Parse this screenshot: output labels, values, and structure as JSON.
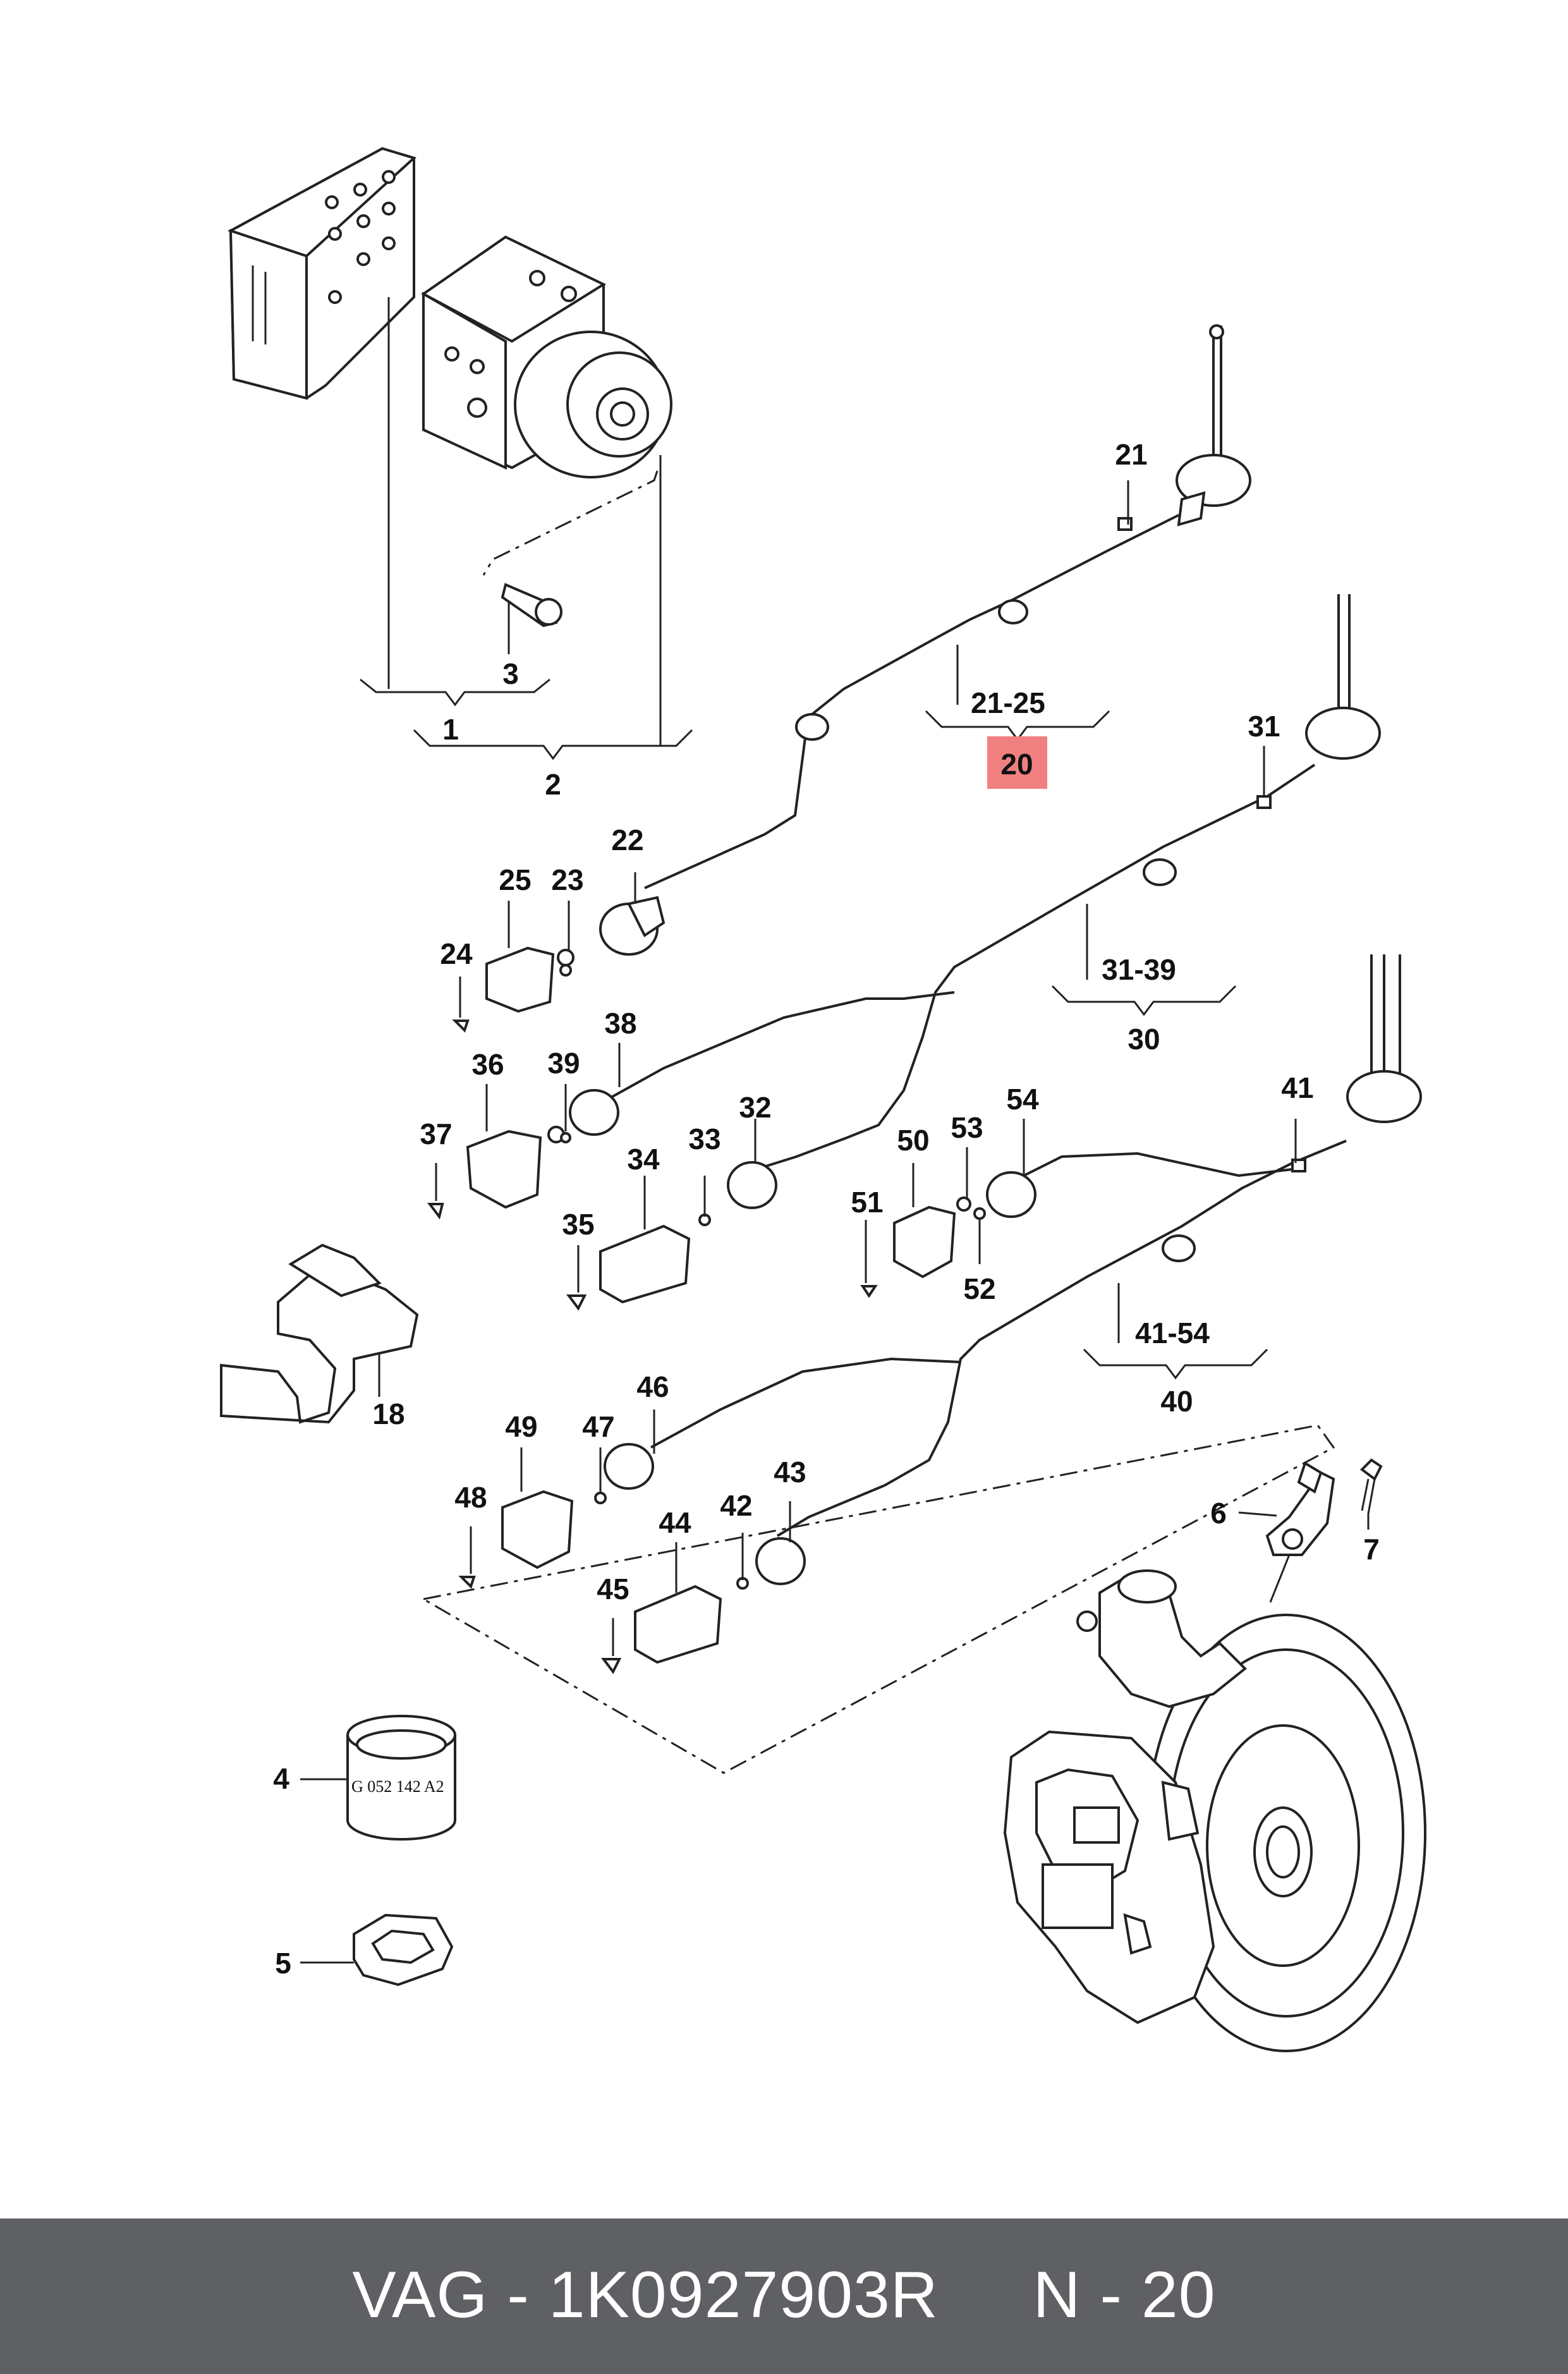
{
  "labels": [
    {
      "id": "1",
      "text": "1"
    },
    {
      "id": "2",
      "text": "2"
    },
    {
      "id": "3",
      "text": "3"
    },
    {
      "id": "4",
      "text": "4"
    },
    {
      "id": "5",
      "text": "5"
    },
    {
      "id": "6",
      "text": "6"
    },
    {
      "id": "7",
      "text": "7"
    },
    {
      "id": "18",
      "text": "18"
    },
    {
      "id": "20",
      "text": "20"
    },
    {
      "id": "21",
      "text": "21"
    },
    {
      "id": "21-25",
      "text": "21-25"
    },
    {
      "id": "22",
      "text": "22"
    },
    {
      "id": "23",
      "text": "23"
    },
    {
      "id": "24",
      "text": "24"
    },
    {
      "id": "25",
      "text": "25"
    },
    {
      "id": "30",
      "text": "30"
    },
    {
      "id": "31",
      "text": "31"
    },
    {
      "id": "31-39",
      "text": "31-39"
    },
    {
      "id": "32",
      "text": "32"
    },
    {
      "id": "33",
      "text": "33"
    },
    {
      "id": "34",
      "text": "34"
    },
    {
      "id": "35",
      "text": "35"
    },
    {
      "id": "36",
      "text": "36"
    },
    {
      "id": "37",
      "text": "37"
    },
    {
      "id": "38",
      "text": "38"
    },
    {
      "id": "39",
      "text": "39"
    },
    {
      "id": "40",
      "text": "40"
    },
    {
      "id": "41",
      "text": "41"
    },
    {
      "id": "41-54",
      "text": "41-54"
    },
    {
      "id": "42",
      "text": "42"
    },
    {
      "id": "43",
      "text": "43"
    },
    {
      "id": "44",
      "text": "44"
    },
    {
      "id": "45",
      "text": "45"
    },
    {
      "id": "46",
      "text": "46"
    },
    {
      "id": "47",
      "text": "47"
    },
    {
      "id": "48",
      "text": "48"
    },
    {
      "id": "49",
      "text": "49"
    },
    {
      "id": "50",
      "text": "50"
    },
    {
      "id": "51",
      "text": "51"
    },
    {
      "id": "52",
      "text": "52"
    },
    {
      "id": "53",
      "text": "53"
    },
    {
      "id": "54",
      "text": "54"
    }
  ],
  "highlight": {
    "label": "20",
    "color": "#f08080"
  },
  "part_marking": "G 052 142 A2",
  "footer": {
    "text": "VAG - 1K0927903R     N - 20",
    "background": "#5f6064"
  }
}
